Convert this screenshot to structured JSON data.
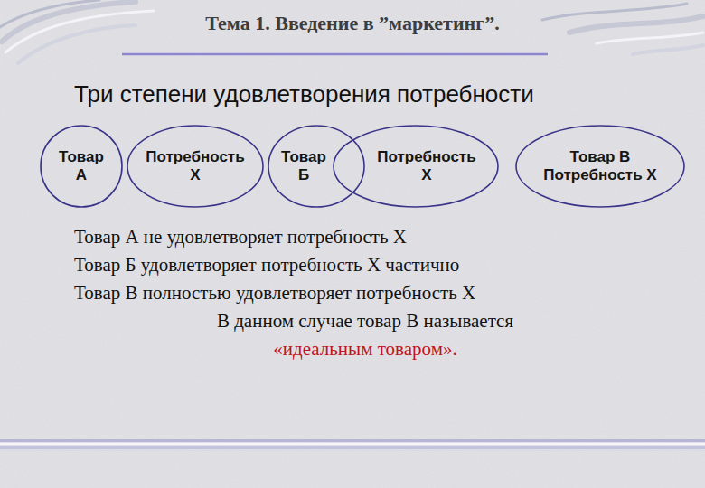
{
  "diagram": {
    "title": "Тема 1. Введение в ”маркетинг”.",
    "nodes": [
      {
        "text": [
          "Товар А"
        ]
      },
      {
        "text": [
          "Потребность Х"
        ]
      },
      {
        "text": [
          "Товар Б"
        ]
      },
      {
        "text": [
          "Потребность Х"
        ]
      },
      {
        "text": [
          "Товар В",
          "Потребность Х"
        ]
      }
    ],
    "labels": [
      "Три степени удовлетворения потребности",
      "Товар А не удовлетворяет потребность Х",
      "Товар Б удовлетворяет потребность Х частично",
      "Товар В полностью удовлетворяет потребность Х",
      "В данном случае товар В называется",
      "«идеальным товаром»."
    ]
  }
}
